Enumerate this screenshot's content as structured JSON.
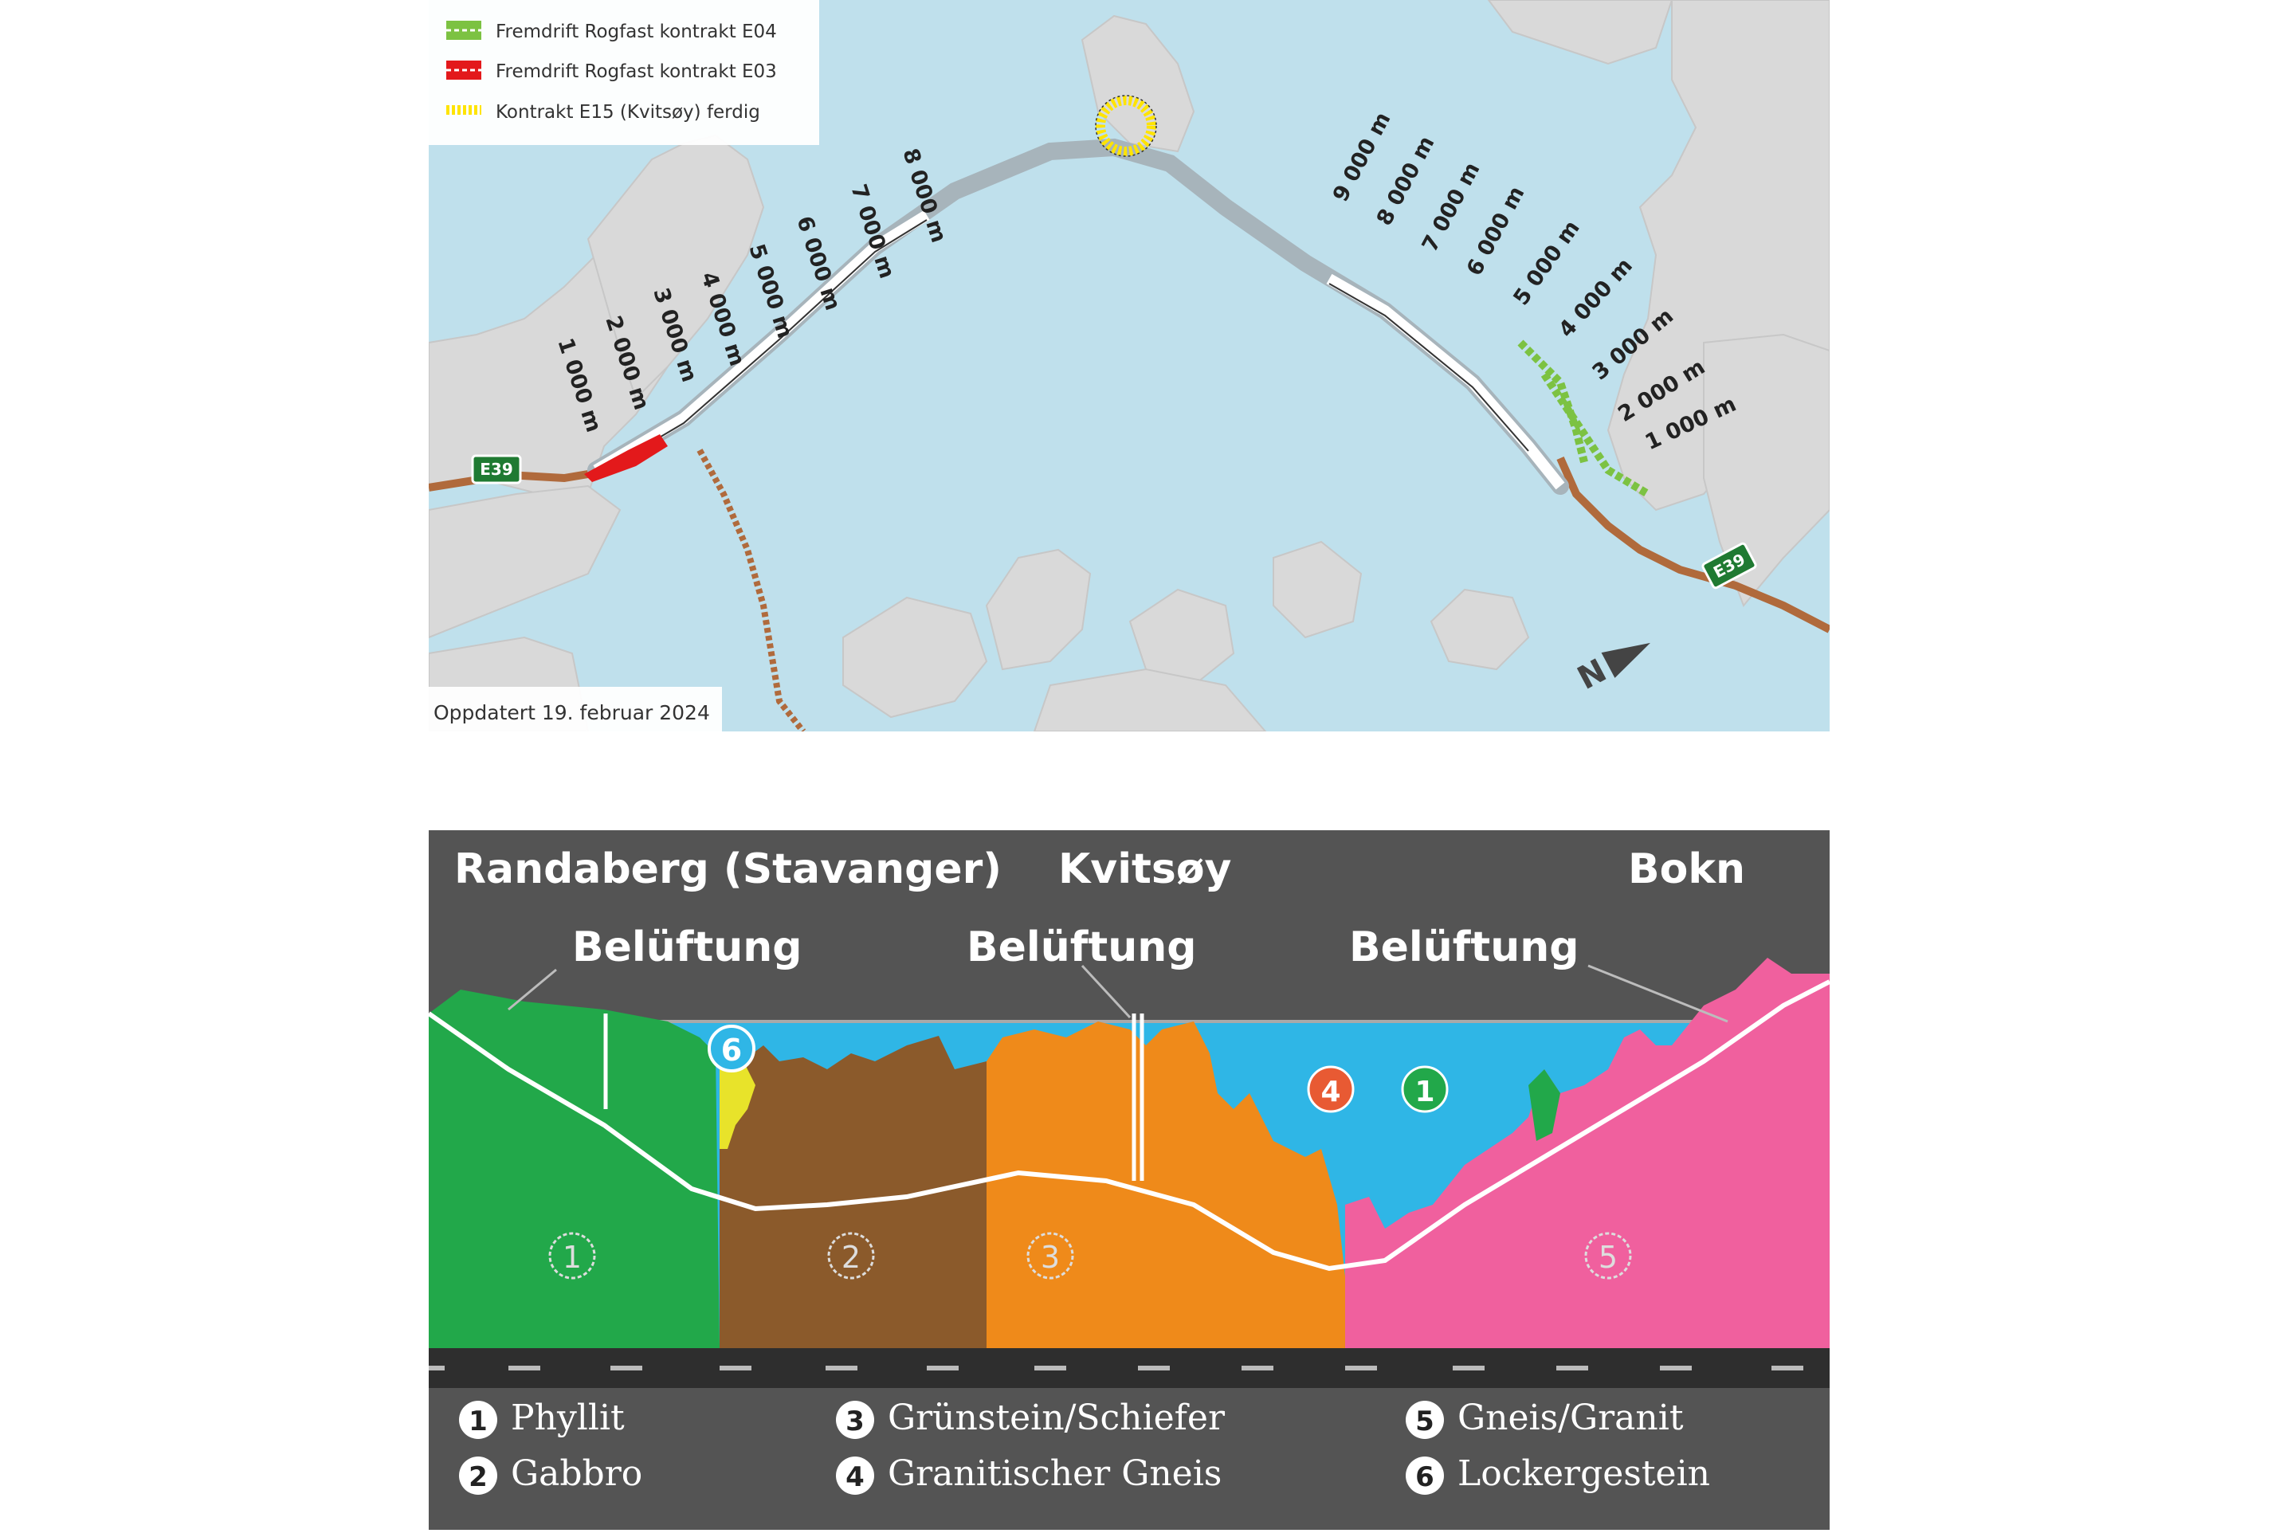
{
  "map": {
    "legend": [
      {
        "label": "Fremdrift Rogfast kontrakt E04",
        "color": "#7cc242",
        "pattern": "dashed"
      },
      {
        "label": "Fremdrift Rogfast kontrakt E03",
        "color": "#e3191b",
        "pattern": "dashed"
      },
      {
        "label": "Kontrakt E15 (Kvitsøy) ferdig",
        "color": "#ffe400",
        "pattern": "dotted"
      }
    ],
    "updated": "Oppdatert 19. februar 2024",
    "road_sign": "E39",
    "left_distances": [
      "1 000 m",
      "2 000 m",
      "3 000 m",
      "4 000 m",
      "5 000 m",
      "6 000 m",
      "7 000 m",
      "8 000 m"
    ],
    "right_distances": [
      "9 000 m",
      "8 000 m",
      "7 000 m",
      "6 000 m",
      "5 000 m",
      "4 000 m",
      "3 000 m",
      "2 000 m",
      "1 000 m"
    ],
    "north_symbol": "N",
    "colors": {
      "sea": "#bfe0ec",
      "land": "#d9d9d9",
      "tunnel": "#a7b4bb",
      "road": "#b06a3c"
    }
  },
  "profile": {
    "places": {
      "left": "Randaberg (Stavanger)",
      "center": "Kvitsøy",
      "right": "Bokn"
    },
    "ventilation": [
      "Belüftung",
      "Belüftung",
      "Belüftung"
    ],
    "markers": [
      "6",
      "4",
      "1",
      "1",
      "2",
      "3",
      "5"
    ],
    "legend": [
      {
        "num": "1",
        "label": "Phyllit"
      },
      {
        "num": "2",
        "label": "Gabbro"
      },
      {
        "num": "3",
        "label": "Grünstein/Schiefer"
      },
      {
        "num": "4",
        "label": "Granitischer Gneis"
      },
      {
        "num": "5",
        "label": "Gneis/Granit"
      },
      {
        "num": "6",
        "label": "Lockergestein"
      }
    ],
    "colors": {
      "panel": "#545454",
      "sea": "#2fb6e6",
      "phyllite": "#22a84a",
      "gabbro": "#8b5a2b",
      "greenstone": "#ef8a1a",
      "gneiss": "#f0609e",
      "loose": "#e8e32a",
      "marker_4": "#e85a33",
      "marker_1": "#22a84a"
    }
  }
}
